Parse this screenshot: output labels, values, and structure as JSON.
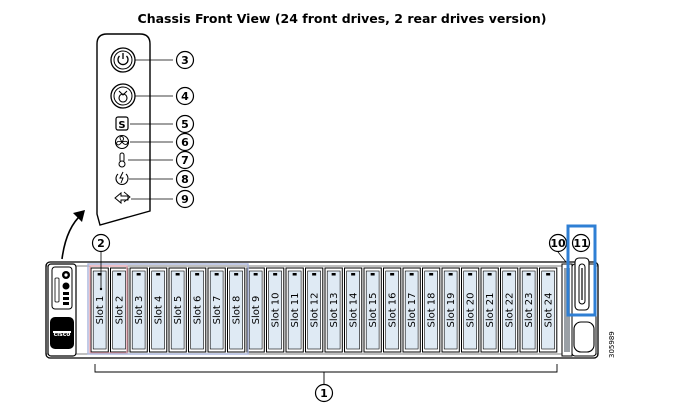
{
  "title": "Chassis Front View (24 front drives, 2 rear drives version)",
  "figure_id": "305989",
  "colors": {
    "highlight_red": "#e3a4ae",
    "highlight_purple": "#a9b4dc",
    "highlight_blue": "#2f7fd4",
    "drive_fill": "#dfeaf4"
  },
  "callouts": {
    "c1": "1",
    "c2": "2",
    "c3": "3",
    "c4": "4",
    "c5": "5",
    "c6": "6",
    "c7": "7",
    "c8": "8",
    "c9": "9",
    "c10": "10",
    "c11": "11"
  },
  "indicators": [
    {
      "icon": "power-button-icon",
      "callout": "3"
    },
    {
      "icon": "unit-id-button-icon",
      "callout": "4"
    },
    {
      "icon": "system-status-icon",
      "callout": "5"
    },
    {
      "icon": "fan-status-icon",
      "callout": "6"
    },
    {
      "icon": "temperature-status-icon",
      "callout": "7"
    },
    {
      "icon": "power-supply-status-icon",
      "callout": "8"
    },
    {
      "icon": "network-link-icon",
      "callout": "9"
    }
  ],
  "slots": [
    "Slot 1",
    "Slot 2",
    "Slot 3",
    "Slot 4",
    "Slot 5",
    "Slot 6",
    "Slot 7",
    "Slot 8",
    "Slot 9",
    "Slot 10",
    "Slot 11",
    "Slot 12",
    "Slot 13",
    "Slot 14",
    "Slot 15",
    "Slot 16",
    "Slot 17",
    "Slot 18",
    "Slot 19",
    "Slot 20",
    "Slot 21",
    "Slot 22",
    "Slot 23",
    "Slot 24"
  ]
}
